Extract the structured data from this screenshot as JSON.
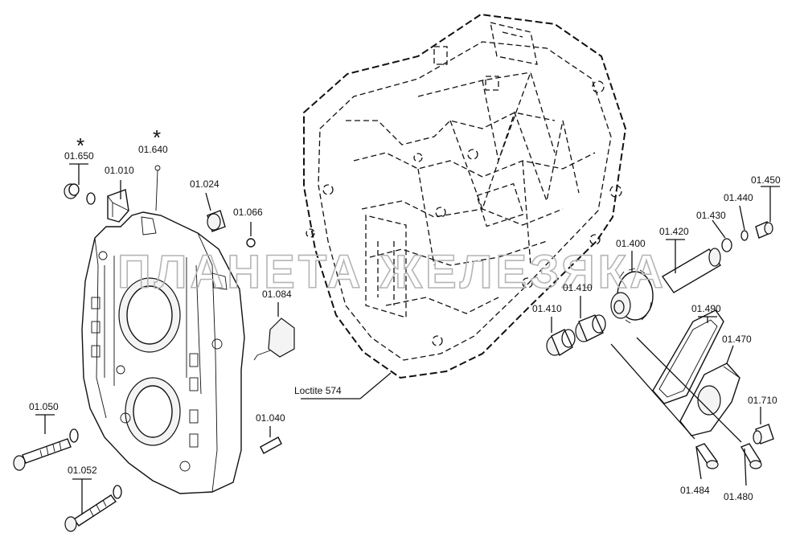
{
  "watermark": "ПЛАНЕТА ЖЕЛЕЗЯКА",
  "annotation": "Loctite 574",
  "asterisk": "*",
  "callouts": {
    "p01650": "01.650",
    "p01010": "01.010",
    "p01640": "01.640",
    "p01024": "01.024",
    "p01066": "01.066",
    "p01084": "01.084",
    "p01050": "01.050",
    "p01040": "01.040",
    "p01052": "01.052",
    "p01400": "01.400",
    "p01420": "01.420",
    "p01430": "01.430",
    "p01440": "01.440",
    "p01450": "01.450",
    "p01410a": "01.410",
    "p01410b": "01.410",
    "p01490": "01.490",
    "p01470": "01.470",
    "p01710": "01.710",
    "p01484": "01.484",
    "p01480": "01.480"
  }
}
